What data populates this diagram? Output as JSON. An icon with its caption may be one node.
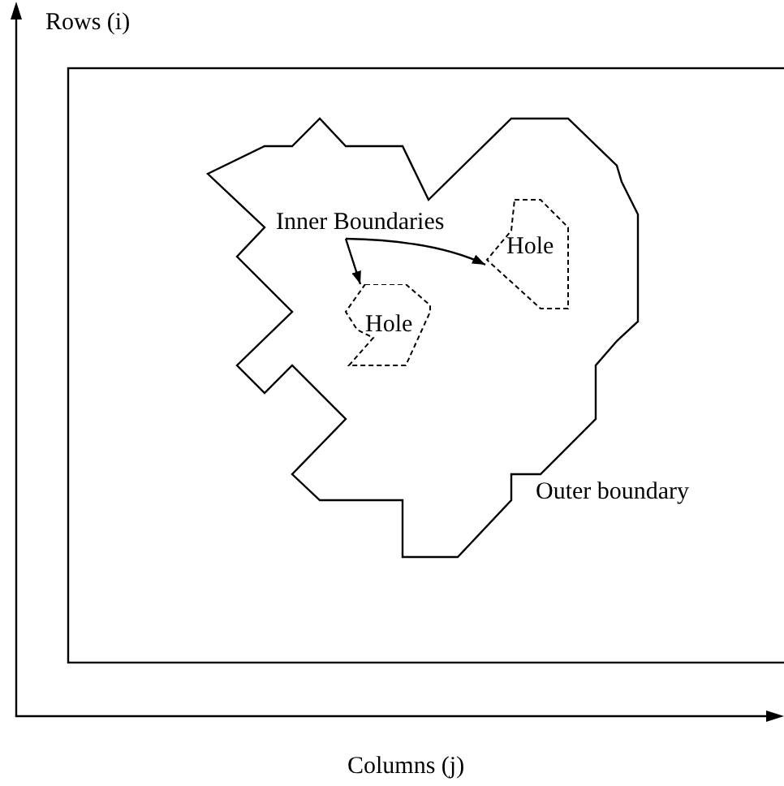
{
  "diagram": {
    "nodes": [
      {
        "text": [
          "Inner Boundaries"
        ]
      },
      {
        "text": [
          "Hole"
        ]
      },
      {
        "text": [
          "Hole"
        ]
      }
    ],
    "edges": [
      {
        "from": 0,
        "to": 1,
        "arrow": "to"
      },
      {
        "from": 0,
        "to": 2,
        "arrow": "to"
      }
    ],
    "labels": [
      "Rows (i)",
      "Outer boundary",
      "Columns (j)"
    ]
  }
}
